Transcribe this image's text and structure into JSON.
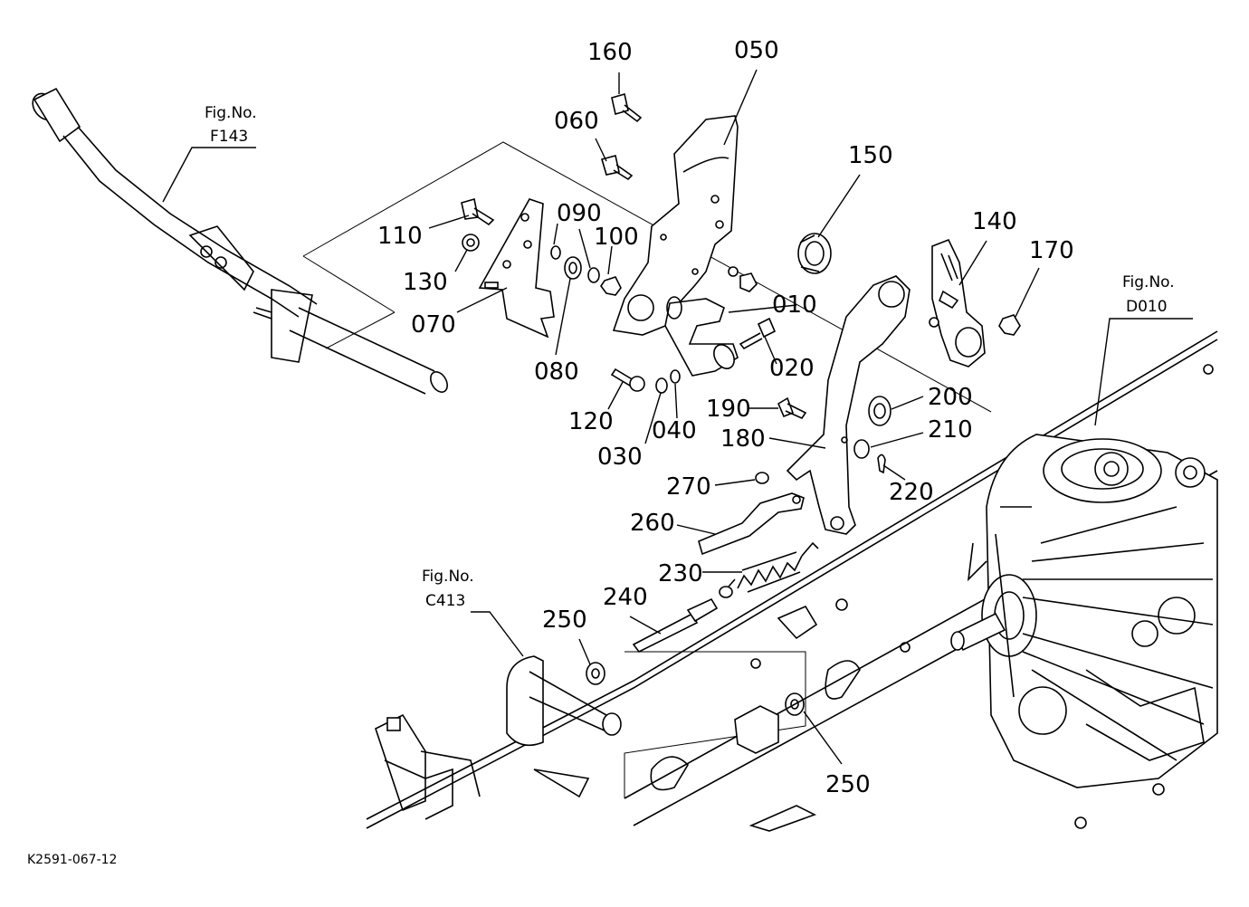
{
  "diagram_code": "K2591-067-12",
  "figure_refs": [
    {
      "prefix": "Fig.No.",
      "code": "F143"
    },
    {
      "prefix": "Fig.No.",
      "code": "D010"
    },
    {
      "prefix": "Fig.No.",
      "code": "C413"
    }
  ],
  "parts": [
    "010",
    "020",
    "030",
    "040",
    "050",
    "060",
    "070",
    "080",
    "090",
    "100",
    "110",
    "120",
    "130",
    "140",
    "150",
    "160",
    "170",
    "180",
    "190",
    "200",
    "210",
    "220",
    "230",
    "240",
    "250",
    "260",
    "270",
    "250"
  ]
}
